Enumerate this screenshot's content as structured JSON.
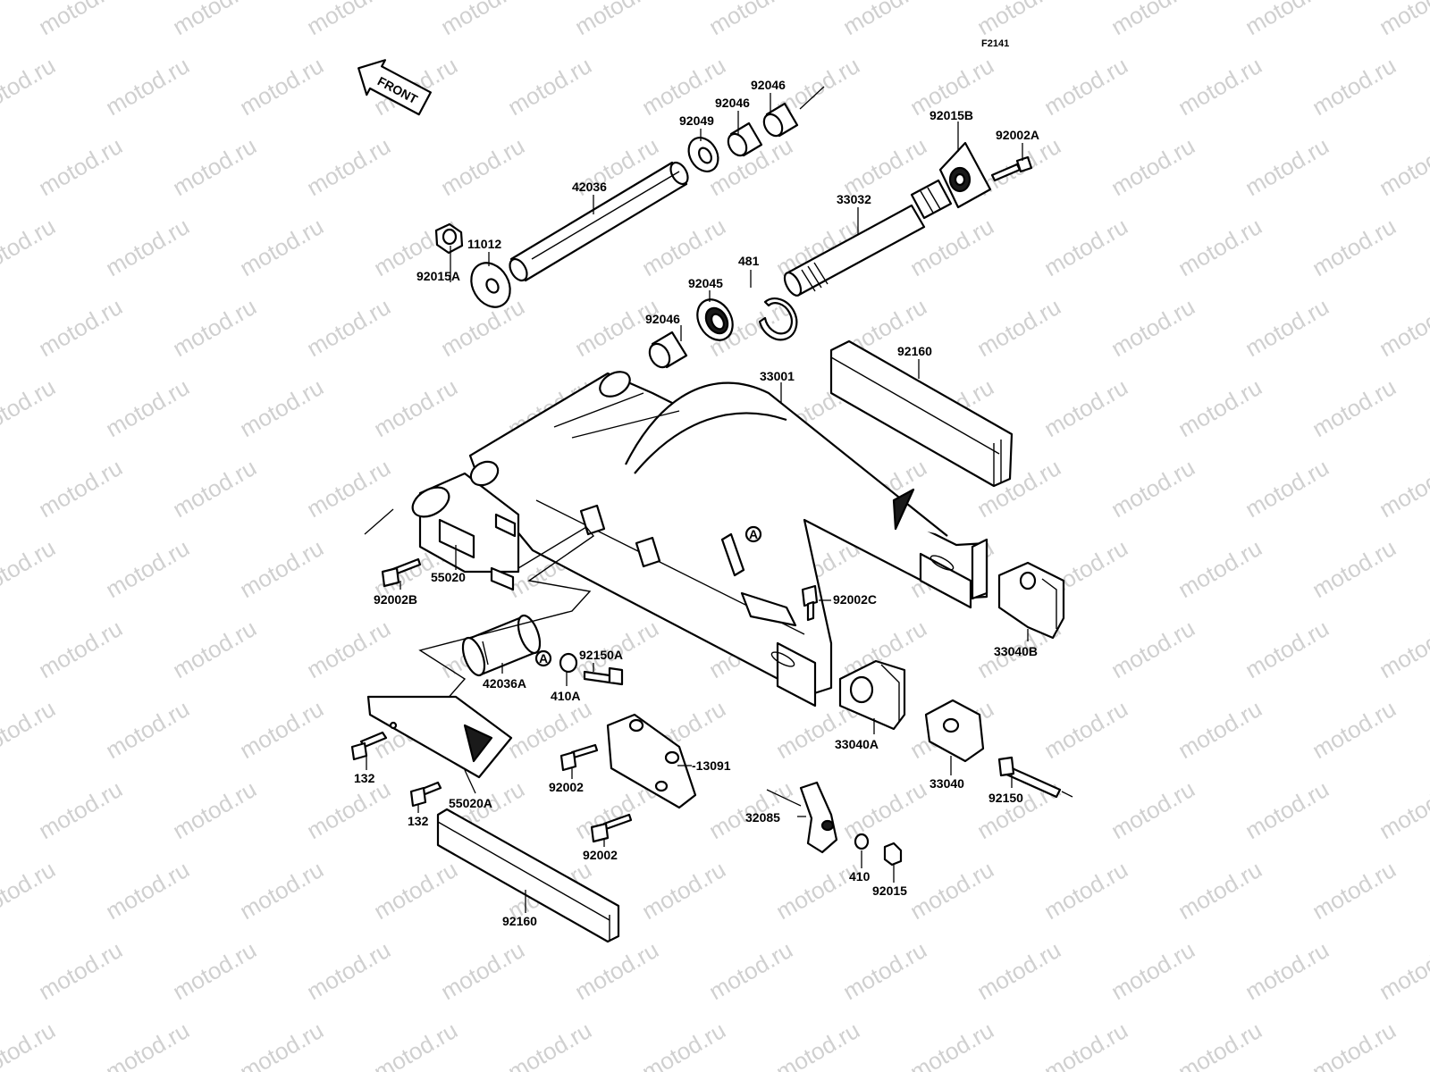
{
  "diagram": {
    "code": "F2141",
    "front_label": "FRONT",
    "watermark": "motod.ru",
    "ref_marker": "A",
    "labels": {
      "p92046a": "92046",
      "p92046b": "92046",
      "p92049": "92049",
      "p42036": "42036",
      "p11012": "11012",
      "p92015A": "92015A",
      "p92015B": "92015B",
      "p92002A": "92002A",
      "p33032": "33032",
      "p481": "481",
      "p92045": "92045",
      "p92046c": "92046",
      "p92160a": "92160",
      "p33001": "33001",
      "p92002B": "92002B",
      "p55020": "55020",
      "p92002C": "92002C",
      "p33040B": "33040B",
      "p92150A": "92150A",
      "p42036A": "42036A",
      "p410A": "410A",
      "p132a": "132",
      "p132b": "132",
      "p55020A": "55020A",
      "p13091": "-13091",
      "p92002a": "92002",
      "p92002b": "92002",
      "p33040A": "33040A",
      "p33040": "33040",
      "p92150": "92150",
      "p32085": "32085",
      "p410": "410",
      "p92015": "92015",
      "p92160b": "92160"
    }
  }
}
